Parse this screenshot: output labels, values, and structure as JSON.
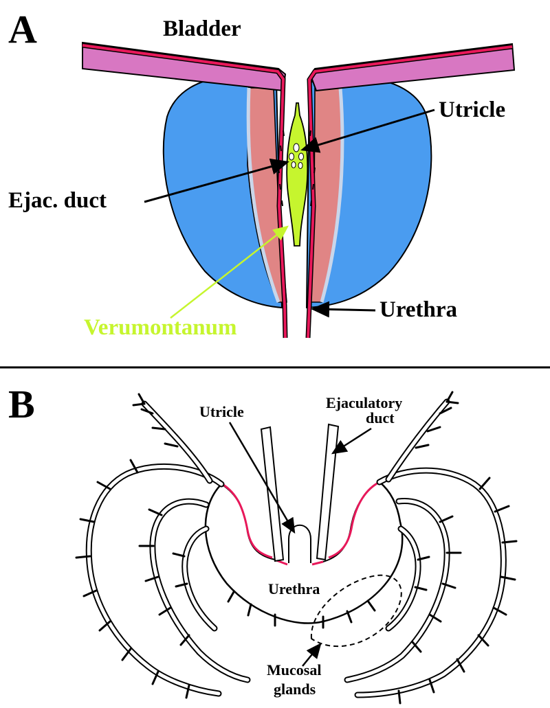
{
  "panel_a": {
    "letter": "A",
    "labels": {
      "bladder": "Bladder",
      "utricle": "Utricle",
      "ejac_duct": "Ejac. duct",
      "urethra": "Urethra",
      "verumontanum": "Verumontanum"
    },
    "colors": {
      "bladder_wall": "#d877c2",
      "urothelium": "#e8185a",
      "prostate": "#4a9cf0",
      "transition_zone": "#e08585",
      "verumontanum": "#c6f52e",
      "verumontanum_label": "#c6f52e"
    }
  },
  "panel_b": {
    "letter": "B",
    "labels": {
      "utricle": "Utricle",
      "ejaculatory": "Ejaculatory",
      "duct": "duct",
      "urethra": "Urethra",
      "mucosal": "Mucosal",
      "glands": "glands"
    },
    "colors": {
      "mucosa_highlight": "#e8185a"
    }
  }
}
